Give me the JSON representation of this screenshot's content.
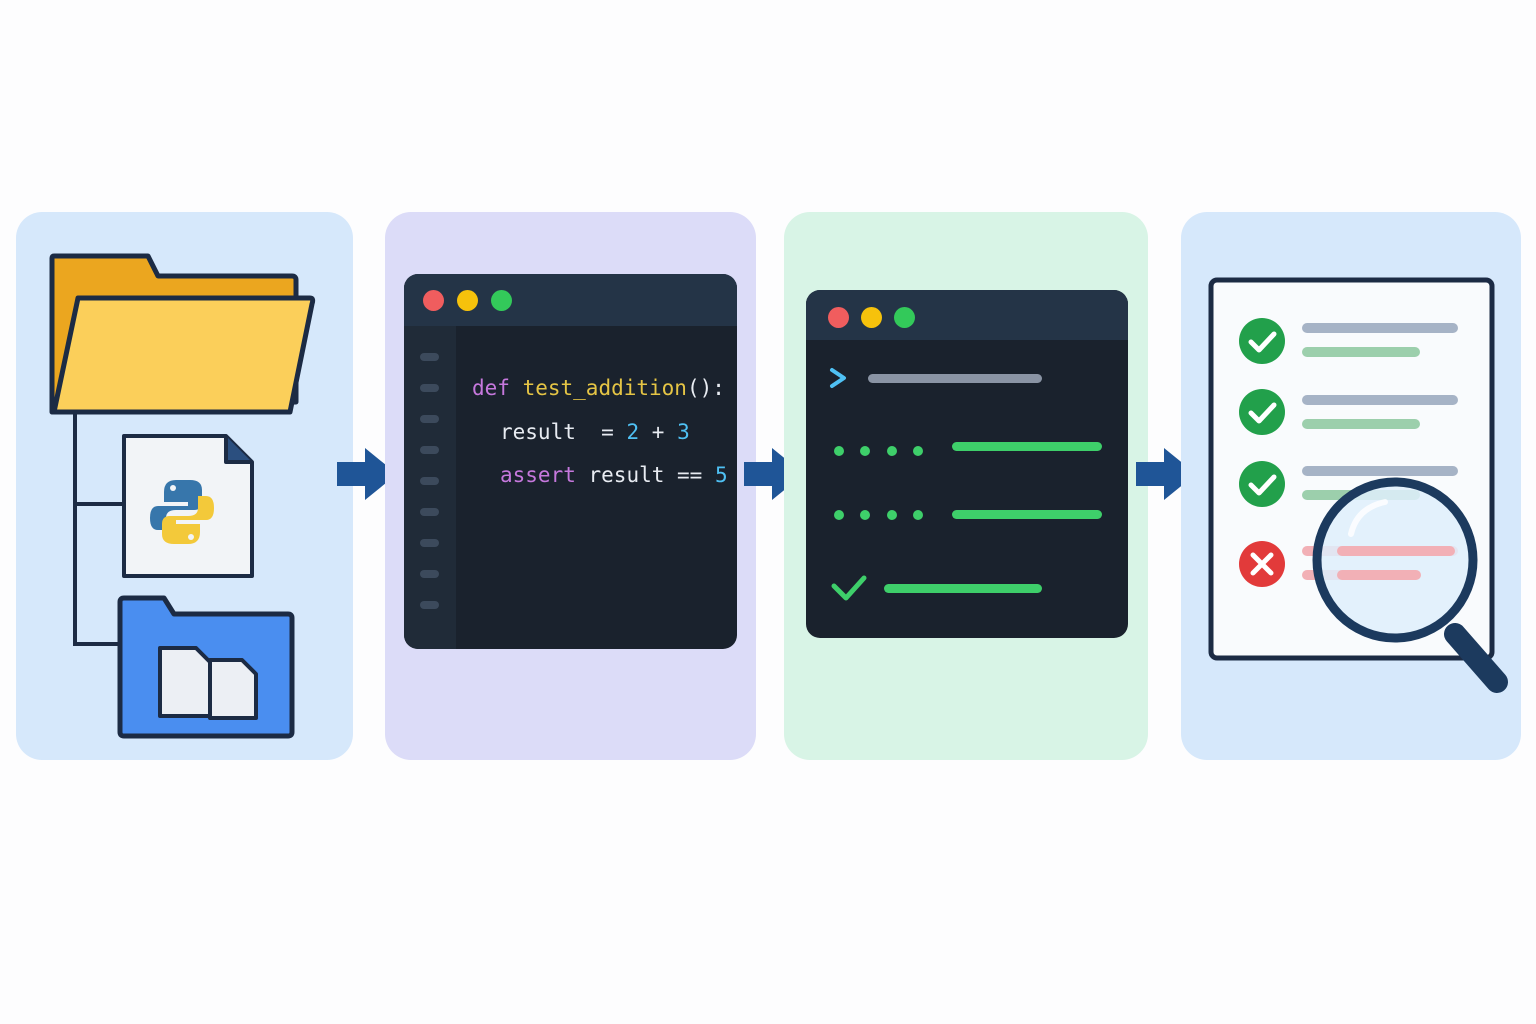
{
  "stages": [
    {
      "name": "project-files",
      "color": "#d6e8fb"
    },
    {
      "name": "write-test",
      "color": "#dcdcf8"
    },
    {
      "name": "run-tests",
      "color": "#d8f4e6"
    },
    {
      "name": "review-results",
      "color": "#d6e8fb"
    }
  ],
  "code": {
    "line1": {
      "kw": "def",
      "fn": "test_addition",
      "rest": "():"
    },
    "line2": {
      "name": "result",
      "op": "=",
      "a": "2",
      "plus": "+",
      "b": "3"
    },
    "line3": {
      "kw": "assert",
      "expr": "result ==",
      "val": "5"
    }
  },
  "icons": {
    "folder": "folder-icon",
    "python_file": "python-file-icon",
    "subfolder": "documents-folder-icon",
    "prompt": "terminal-prompt-icon",
    "magnifier": "magnifying-glass-icon"
  },
  "report": {
    "results": [
      "pass",
      "pass",
      "pass",
      "fail"
    ]
  },
  "colors": {
    "arrow": "#1f5597",
    "pass": "#22a04b",
    "fail": "#e23a3a",
    "terminal_green": "#3ecf6a"
  }
}
